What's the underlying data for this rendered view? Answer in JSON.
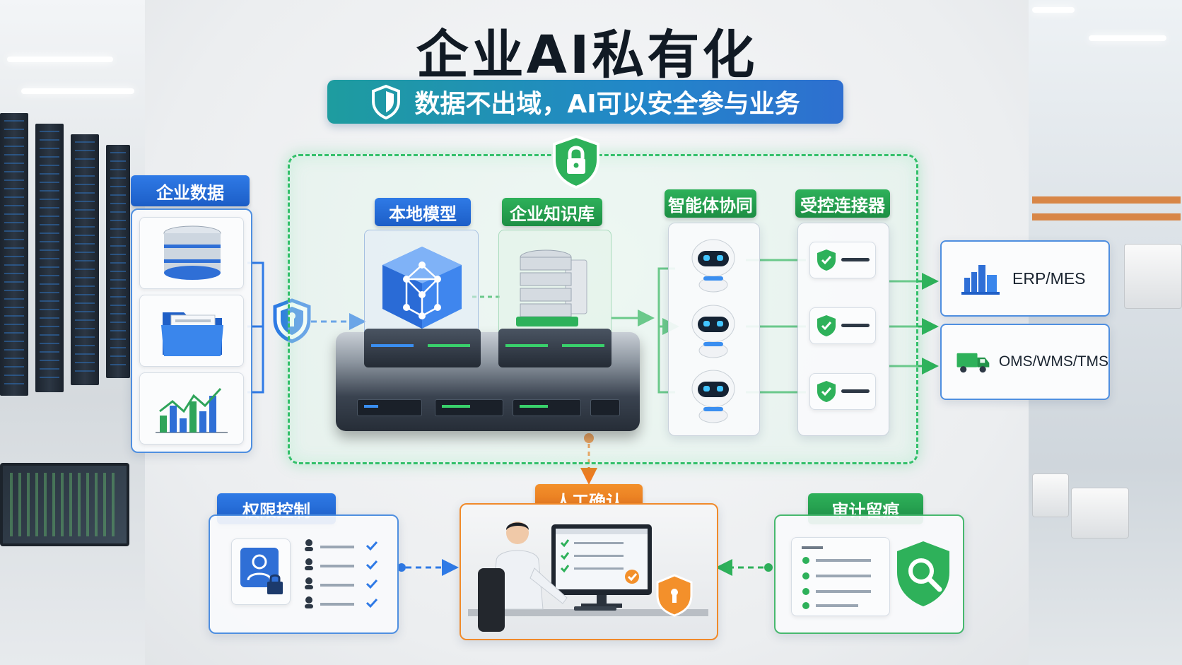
{
  "header": {
    "title": "企业AI私有化",
    "subtitle": "数据不出域，AI可以安全参与业务"
  },
  "sections": {
    "enterprise_data": {
      "label": "企业数据"
    },
    "local_model": {
      "label": "本地模型"
    },
    "knowledge_base": {
      "label": "企业知识库"
    },
    "agent_collab": {
      "label": "智能体协同"
    },
    "connectors": {
      "label": "受控连接器"
    },
    "permission": {
      "label": "权限控制"
    },
    "human_confirm": {
      "label": "人工确认"
    },
    "audit": {
      "label": "审计留痕"
    }
  },
  "systems": [
    {
      "label": "ERP/MES",
      "icon": "factory-icon"
    },
    {
      "label": "OMS/WMS/TMS",
      "icon": "truck-icon"
    }
  ],
  "colors": {
    "blue": "#2f7ae6",
    "green": "#2eb15a",
    "orange": "#f3902b",
    "title": "#111a24"
  }
}
